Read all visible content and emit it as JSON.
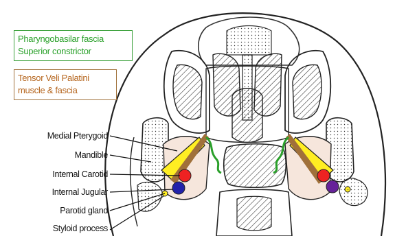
{
  "legend": {
    "green": [
      "Pharyngobasilar fascia",
      "Superior constrictor"
    ],
    "brown": [
      "Tensor Veli Palatini",
      "muscle & fascia"
    ]
  },
  "labels": {
    "medial_pterygoid": "Medial Pterygoid",
    "mandible": "Mandible",
    "internal_carotid": "Internal Carotid",
    "internal_jugular": "Internal Jugular",
    "parotid_gland": "Parotid gland",
    "styloid_process": "Styloid process"
  },
  "colors": {
    "pharyngobasilar": "#2aa02a",
    "tensor_veli": "#a0703a",
    "pterygoid_fill": "#ffee22",
    "carotid": "#ee2222",
    "jugular": "#2222aa",
    "jugular_right": "#662299",
    "space_fill": "#f6e6dc"
  }
}
